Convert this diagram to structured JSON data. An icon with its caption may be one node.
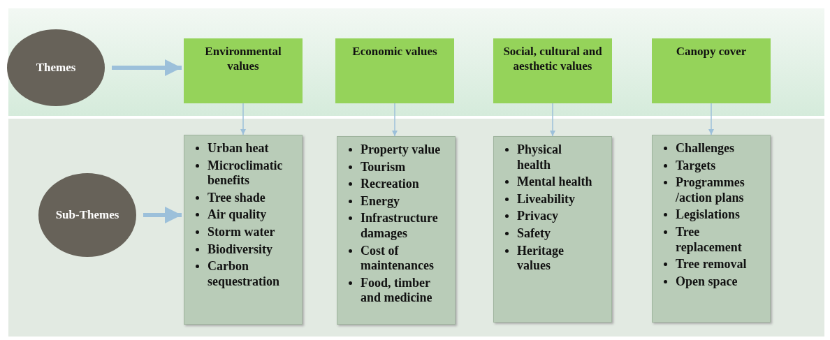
{
  "diagram": {
    "nodes": [
      {
        "text": [
          "Themes"
        ]
      },
      {
        "text": [
          "Environmental values"
        ]
      },
      {
        "text": [
          "Economic values"
        ]
      },
      {
        "text": [
          "Social, cultural and aesthetic values"
        ]
      },
      {
        "text": [
          "Canopy cover"
        ]
      },
      {
        "text": [
          "Sub-Themes"
        ]
      },
      {
        "text": [
          "Urban heat",
          "Microclimatic benefits",
          "Tree shade",
          "Air quality",
          "Storm water",
          "Biodiversity",
          "Carbon sequestration"
        ]
      },
      {
        "text": [
          "Property value",
          "Tourism",
          "Recreation",
          "Energy",
          "Infrastructure damages",
          "Cost of maintenances",
          "Food, timber and medicine"
        ]
      },
      {
        "text": [
          "Physical health",
          "Mental health",
          "Liveability",
          "Privacy",
          "Safety",
          "Heritage values"
        ]
      },
      {
        "text": [
          "Challenges",
          "Targets",
          "Programmes /action plans",
          "Legislations",
          "Tree replacement",
          "Tree removal",
          "Open space"
        ]
      }
    ],
    "edges": [
      {
        "from": 0,
        "to": 1,
        "arrow": "to",
        "style": "thick"
      },
      {
        "from": 5,
        "to": 6,
        "arrow": "to",
        "style": "thick"
      },
      {
        "from": 1,
        "to": 6,
        "arrow": "to"
      },
      {
        "from": 2,
        "to": 7,
        "arrow": "to"
      },
      {
        "from": 3,
        "to": 8,
        "arrow": "to"
      },
      {
        "from": 4,
        "to": 9,
        "arrow": "to"
      }
    ]
  }
}
